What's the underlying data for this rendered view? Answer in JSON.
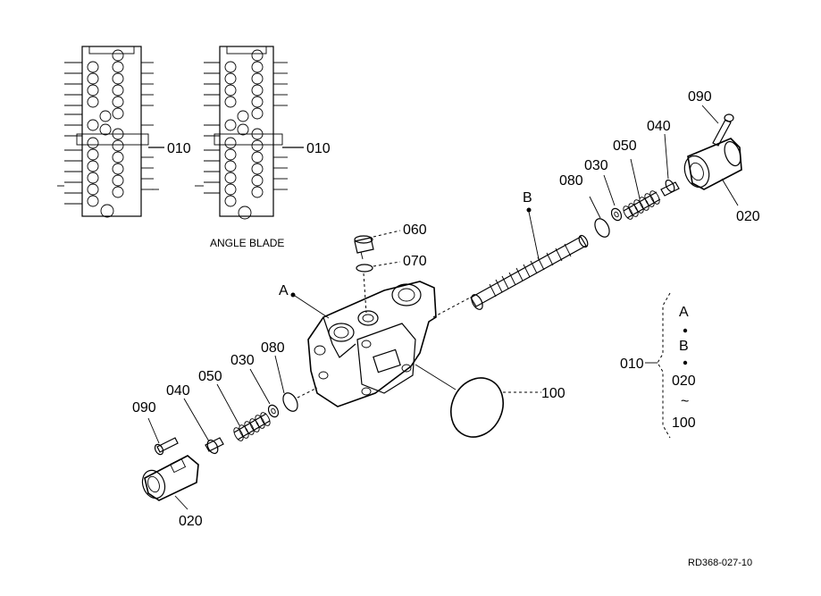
{
  "labels": {
    "p010_left": "010",
    "p010_right": "010",
    "angle_blade": "ANGLE BLADE",
    "p060": "060",
    "p070": "070",
    "ref_a": "A",
    "ref_b": "B",
    "p080_right": "080",
    "p030_right": "030",
    "p050_right": "050",
    "p040_right": "040",
    "p090_right": "090",
    "p020_right": "020",
    "p080_left": "080",
    "p030_left": "030",
    "p050_left": "050",
    "p040_left": "040",
    "p090_left": "090",
    "p020_left": "020",
    "p100": "100",
    "legend_a": "A",
    "legend_b": "B",
    "legend_010": "010",
    "legend_020": "020",
    "legend_tilde": "~",
    "legend_100": "100",
    "drawing_ref": "RD368-027-10"
  }
}
